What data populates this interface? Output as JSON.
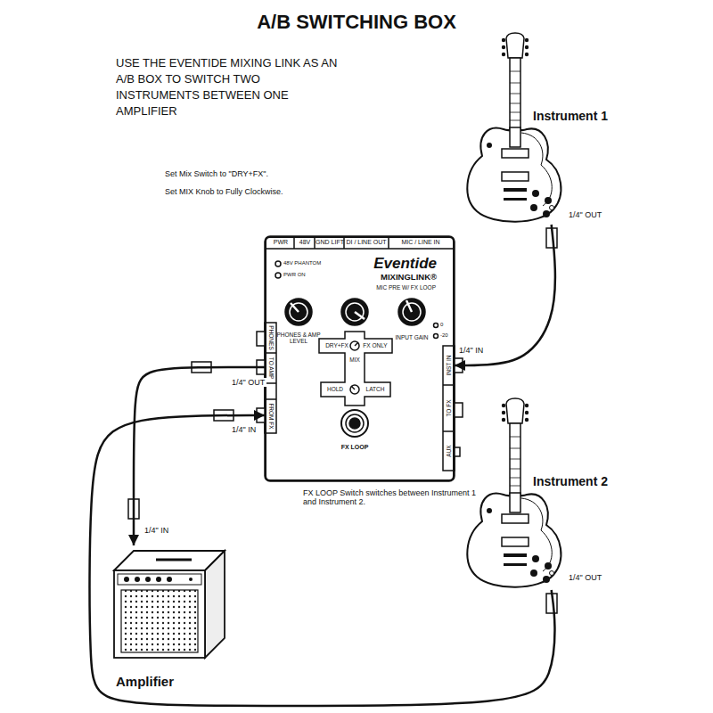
{
  "diagram": {
    "title": "A/B SWITCHING BOX",
    "nodes": [
      {
        "text": [
          "Instrument 1"
        ]
      },
      {
        "text": [
          "Eventide",
          "MIXINGLINK®",
          "MIC PRE W/ FX LOOP"
        ]
      },
      {
        "text": [
          "Instrument 2"
        ]
      },
      {
        "text": [
          "Amplifier"
        ]
      }
    ],
    "edges": [
      {
        "from": 0,
        "to": 1,
        "arrow": "to",
        "label": "1/4\" IN"
      },
      {
        "from": 1,
        "to": 3,
        "arrow": "to",
        "label": "1/4\" OUT"
      },
      {
        "from": 2,
        "to": 1,
        "arrow": "to",
        "label": "1/4\" IN"
      }
    ],
    "labels": [
      "USE THE EVENTIDE MIXING LINK AS AN A/B BOX TO SWITCH TWO INSTRUMENTS BETWEEN ONE AMPLIFIER",
      "Set Mix Switch to \"DRY+FX\".",
      "Set MIX Knob to Fully Clockwise.",
      "PWR",
      "48V",
      "GND LIFT",
      "DI / LINE OUT",
      "MIC / LINE IN",
      "48V PHANTOM",
      "PWR ON",
      "PHONES & AMP LEVEL",
      "INPUT GAIN",
      "0",
      "-20",
      "DRY+FX",
      "FX ONLY",
      "MIX",
      "HOLD",
      "LATCH",
      "FX LOOP",
      "PHONES",
      "TO AMP",
      "FROM FX",
      "INST IN",
      "TO FX",
      "AUX",
      "1/4\" OUT",
      "1/4\" OUT",
      "1/4\" IN",
      "FX LOOP Switch switches between Instrument 1 and Instrument 2."
    ]
  }
}
